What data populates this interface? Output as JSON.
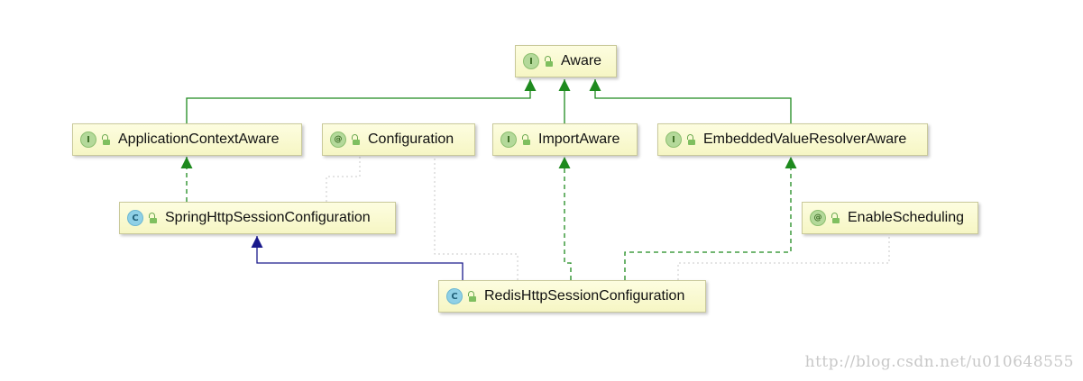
{
  "nodes": {
    "aware": {
      "label": "Aware",
      "kind": "interface",
      "badge": "I"
    },
    "application_context_aware": {
      "label": "ApplicationContextAware",
      "kind": "interface",
      "badge": "I"
    },
    "configuration": {
      "label": "Configuration",
      "kind": "annotation",
      "badge": "@"
    },
    "import_aware": {
      "label": "ImportAware",
      "kind": "interface",
      "badge": "I"
    },
    "embedded_value_resolver_aware": {
      "label": "EmbeddedValueResolverAware",
      "kind": "interface",
      "badge": "I"
    },
    "spring_http_session_configuration": {
      "label": "SpringHttpSessionConfiguration",
      "kind": "class",
      "badge": "C"
    },
    "enable_scheduling": {
      "label": "EnableScheduling",
      "kind": "annotation",
      "badge": "@"
    },
    "redis_http_session_configuration": {
      "label": "RedisHttpSessionConfiguration",
      "kind": "class",
      "badge": "C"
    }
  },
  "colors": {
    "extends_interface": "#1e8a1e",
    "implements": "#1e8a1e",
    "extends_class": "#1a1a8c",
    "annotated": "#c8c8c8"
  },
  "watermark": "http://blog.csdn.net/u010648555"
}
